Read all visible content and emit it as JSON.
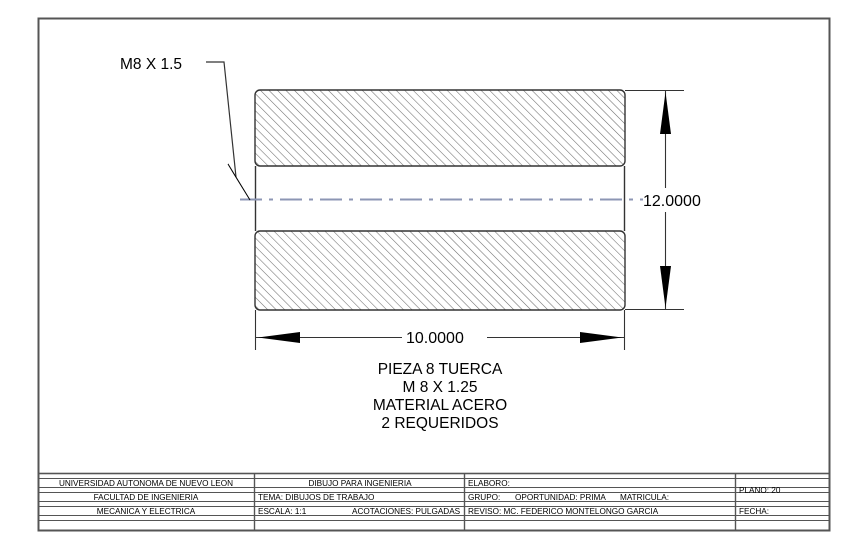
{
  "sheet": {
    "background_color": "#ffffff",
    "border_color": "#555555",
    "line_color": "#000000",
    "centerline_color": "#8c96b4",
    "hatch_color": "#6e6e6e"
  },
  "drawing": {
    "leader_label": "M8 X 1.5",
    "dimension_vertical": "12.0000",
    "dimension_horizontal": "10.0000",
    "caption": [
      "PIEZA 8 TUERCA",
      "M 8 X 1.25",
      "MATERIAL ACERO",
      "2 REQUERIDOS"
    ]
  },
  "title_block": {
    "left_column": [
      "UNIVERSIDAD AUTONOMA DE NUEVO LEON",
      "FACULTAD DE INGENIERIA",
      "MECANICA Y ELECTRICA"
    ],
    "middle_column": [
      "DIBUJO PARA INGENIERIA",
      "TEMA:  DIBUJOS DE TRABAJO",
      "ESCALA: 1:1",
      "ACOTACIONES: PULGADAS"
    ],
    "right_column": [
      "ELABORO:",
      "GRUPO:",
      "OPORTUNIDAD: PRIMA",
      "MATRICULA:",
      "REVISO: MC. FEDERICO MONTELONGO GARCIA"
    ],
    "far_right_column": [
      "PLANO:  20",
      "FECHA:"
    ]
  }
}
